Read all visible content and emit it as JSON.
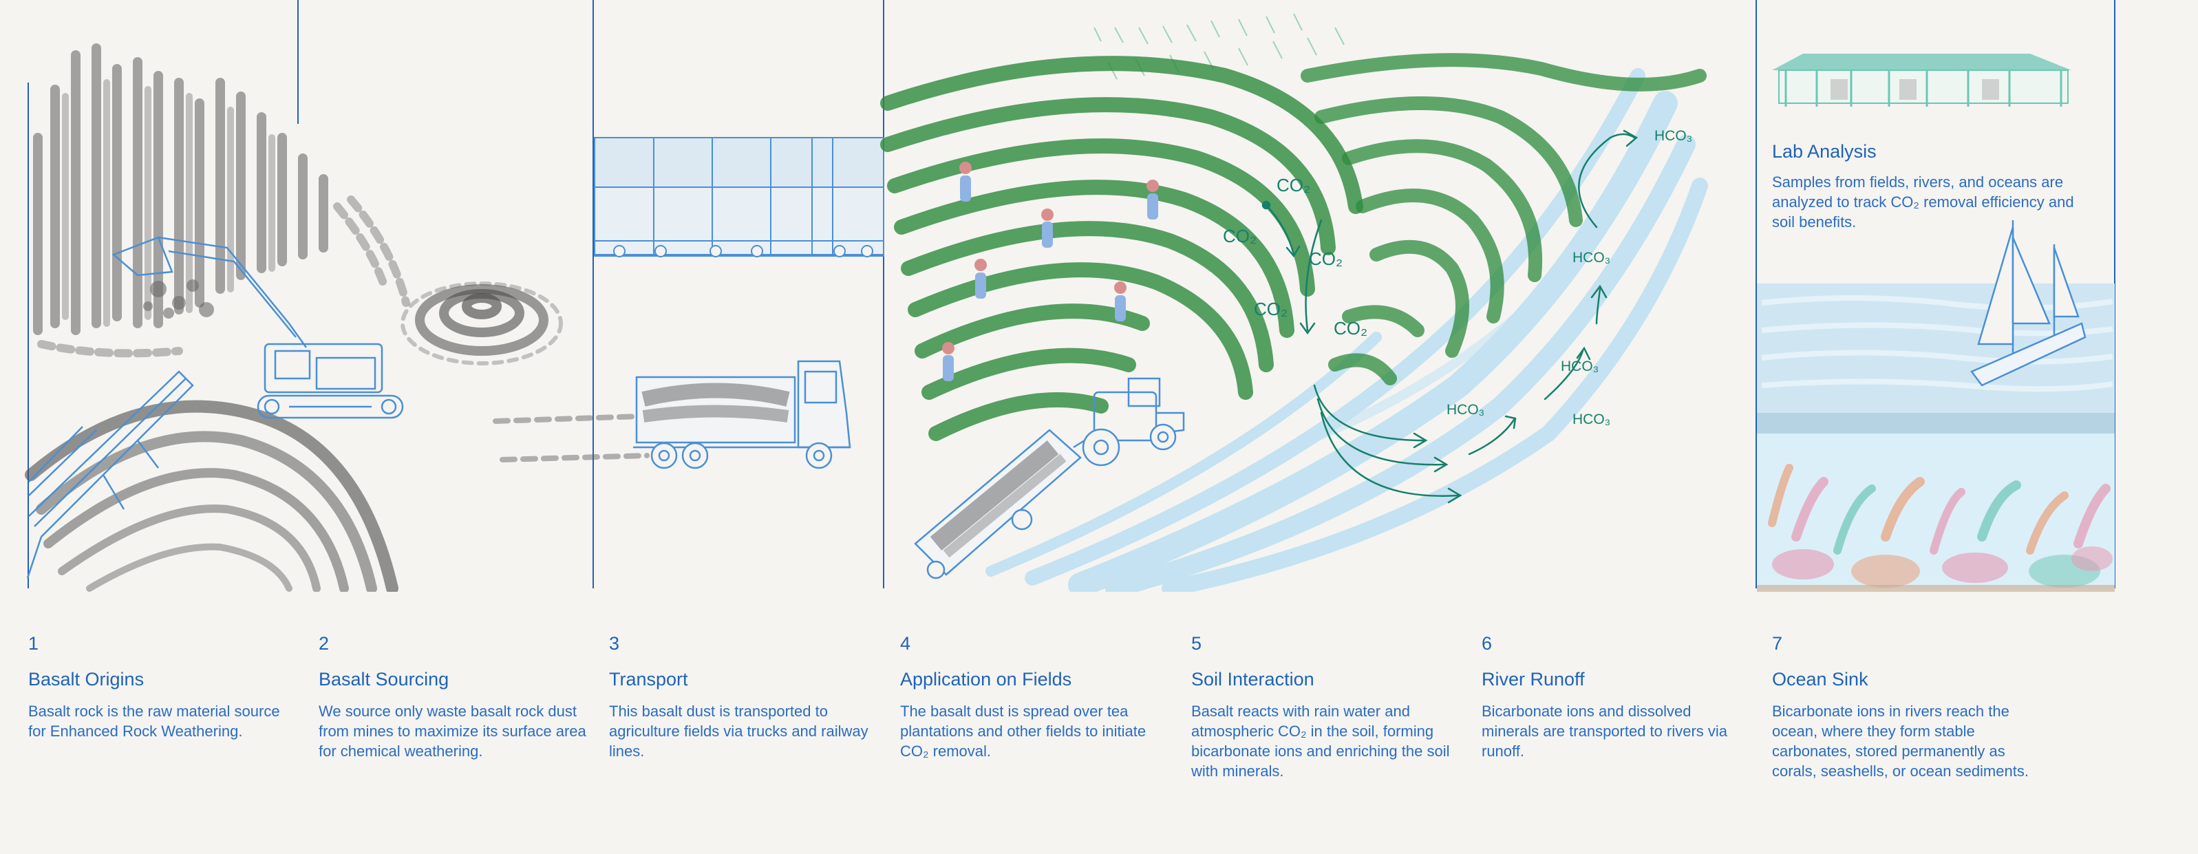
{
  "steps": [
    {
      "number": "1",
      "title": "Basalt Origins",
      "body": "Basalt rock is the raw material source for Enhanced Rock Weathering."
    },
    {
      "number": "2",
      "title": "Basalt Sourcing",
      "body": "We source only waste basalt rock dust from mines to maximize its surface area for chemical weathering."
    },
    {
      "number": "3",
      "title": "Transport",
      "body": "This basalt dust is transported to agriculture fields via trucks and railway lines."
    },
    {
      "number": "4",
      "title": "Application on Fields",
      "body": "The basalt dust is spread over tea plantations and other fields to initiate CO₂ removal."
    },
    {
      "number": "5",
      "title": "Soil Interaction",
      "body": "Basalt reacts with rain water and atmospheric CO₂ in the soil, forming bicarbonate ions and enriching the soil with minerals."
    },
    {
      "number": "6",
      "title": "River Runoff",
      "body": "Bicarbonate ions and dissolved minerals are transported to rivers via runoff."
    },
    {
      "number": "7",
      "title": "Ocean Sink",
      "body": "Bicarbonate ions in rivers reach the ocean, where they form stable carbonates, stored permanently as corals, seashells, or ocean sediments."
    }
  ],
  "lab": {
    "title": "Lab Analysis",
    "body": "Samples from fields, rivers, and oceans are analyzed to track CO₂ removal efficiency and soil benefits."
  },
  "chem_labels": {
    "co2": [
      "CO₂",
      "CO₂",
      "CO₂",
      "CO₂",
      "CO₂"
    ],
    "hco3": [
      "HCO₃",
      "HCO₃",
      "HCO₃",
      "HCO₃",
      "HCO₃"
    ]
  },
  "colors": {
    "line_blue": "#1f63b6",
    "machine_blue": "#4a8fd6",
    "rock_grey": "#5b5b5b",
    "tea_green": "#2e8b3c",
    "river_blue": "#bcdff2",
    "chem_teal": "#15806c",
    "coral_pink": "#e59ab3",
    "coral_orange": "#e9a17b",
    "lab_teal": "#6cc6b4"
  }
}
